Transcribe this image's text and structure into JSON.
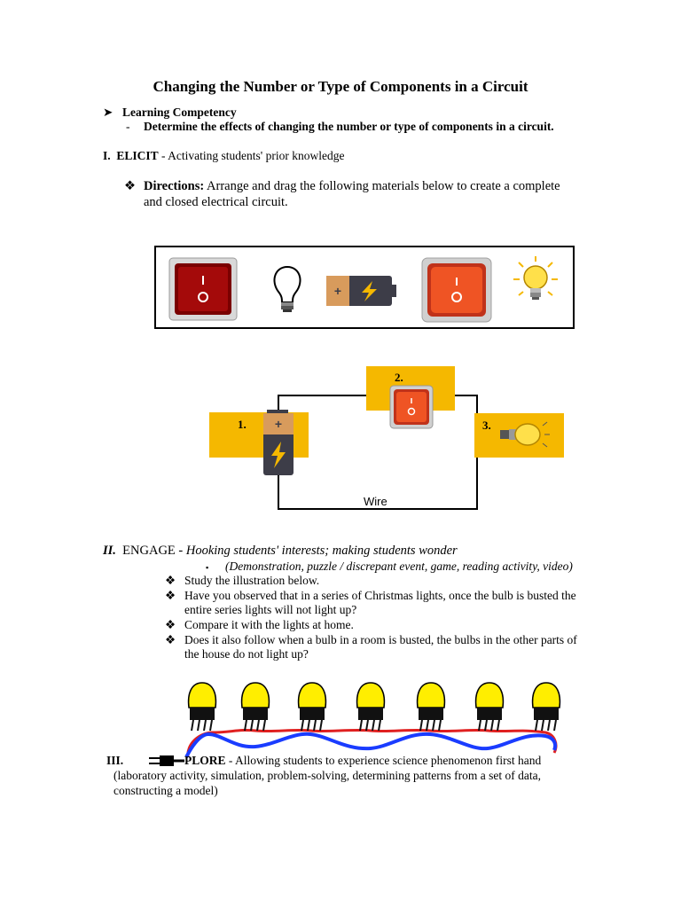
{
  "title": "Changing the Number or Type of Components in a Circuit",
  "competency": {
    "marker": "➤",
    "heading": "Learning Competency",
    "dash": "-",
    "text": "Determine the effects of changing the number or type of components in a circuit."
  },
  "elicit": {
    "numeral": "I.",
    "heading": "ELICIT",
    "subtitle": " - Activating students' prior knowledge",
    "directions_label": "Directions:",
    "directions_line1": " Arrange and drag the following materials below to create a complete",
    "directions_line2": "and closed electrical circuit."
  },
  "materials": [
    {
      "icon": "dark-switch-icon"
    },
    {
      "icon": "lightbulb-off-icon"
    },
    {
      "icon": "battery-icon"
    },
    {
      "icon": "red-switch-icon"
    },
    {
      "icon": "lightbulb-on-icon"
    }
  ],
  "circuit": {
    "label1": "1.",
    "label2": "2.",
    "label3": "3.",
    "wire_label": "Wire"
  },
  "engage": {
    "numeral": "II.",
    "heading": "ENGAGE",
    "subtitle": " - Hooking students' interests; making students wonder",
    "sub_bullet": "(Demonstration, puzzle / discrepant event, game, reading activity, video)",
    "items": [
      "Study the illustration below.",
      "Have you observed that in a series of Christmas lights, once the bulb is busted the",
      "entire series  lights will not light up?",
      "Compare it with the lights at home.",
      "Does it also follow when a bulb in a room is busted, the bulbs in the other parts of",
      "the house do not light up?"
    ]
  },
  "explore": {
    "numeral": "III.",
    "heading": "PLORE",
    "subtitle": " - Allowing students to experience science phenomenon first hand",
    "line2": "(laboratory activity, simulation, problem-solving, determining patterns from a set of data,",
    "line3": "constructing a model)"
  },
  "colors": {
    "accent_yellow": "#f5b800",
    "bulb_yellow": "#ffee00",
    "wire_red": "#e02020",
    "wire_blue": "#1a3cff",
    "switch_red": "#e8421e",
    "switch_dark": "#8b0000"
  }
}
